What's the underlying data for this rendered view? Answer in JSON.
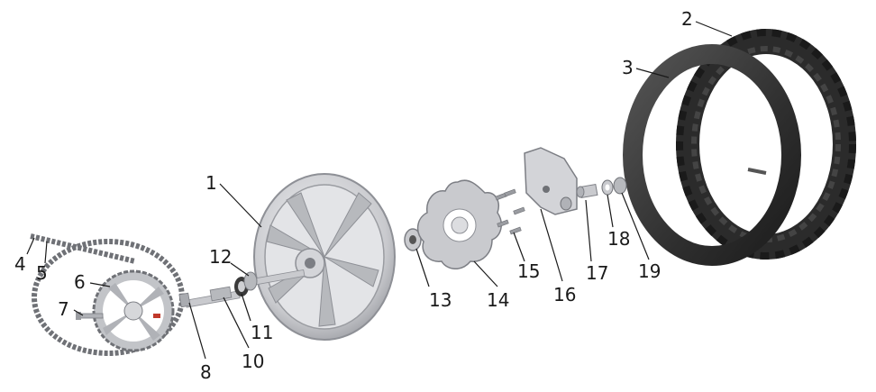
{
  "callouts": [
    {
      "id": "1",
      "text": "1"
    },
    {
      "id": "2",
      "text": "2"
    },
    {
      "id": "3",
      "text": "3"
    },
    {
      "id": "4",
      "text": "4"
    },
    {
      "id": "5",
      "text": "5"
    },
    {
      "id": "6",
      "text": "6"
    },
    {
      "id": "7",
      "text": "7"
    },
    {
      "id": "8",
      "text": "8"
    },
    {
      "id": "10",
      "text": "10"
    },
    {
      "id": "11",
      "text": "11"
    },
    {
      "id": "12",
      "text": "12"
    },
    {
      "id": "13",
      "text": "13"
    },
    {
      "id": "14",
      "text": "14"
    },
    {
      "id": "15",
      "text": "15"
    },
    {
      "id": "16",
      "text": "16"
    },
    {
      "id": "17",
      "text": "17"
    },
    {
      "id": "18",
      "text": "18"
    },
    {
      "id": "19",
      "text": "19"
    }
  ],
  "colors": {
    "metal": "#c9cace",
    "metal_dark": "#8e9096",
    "rubber": "#2b2b2b",
    "tube": "#3a3a3a",
    "line": "#1a1a1a"
  }
}
